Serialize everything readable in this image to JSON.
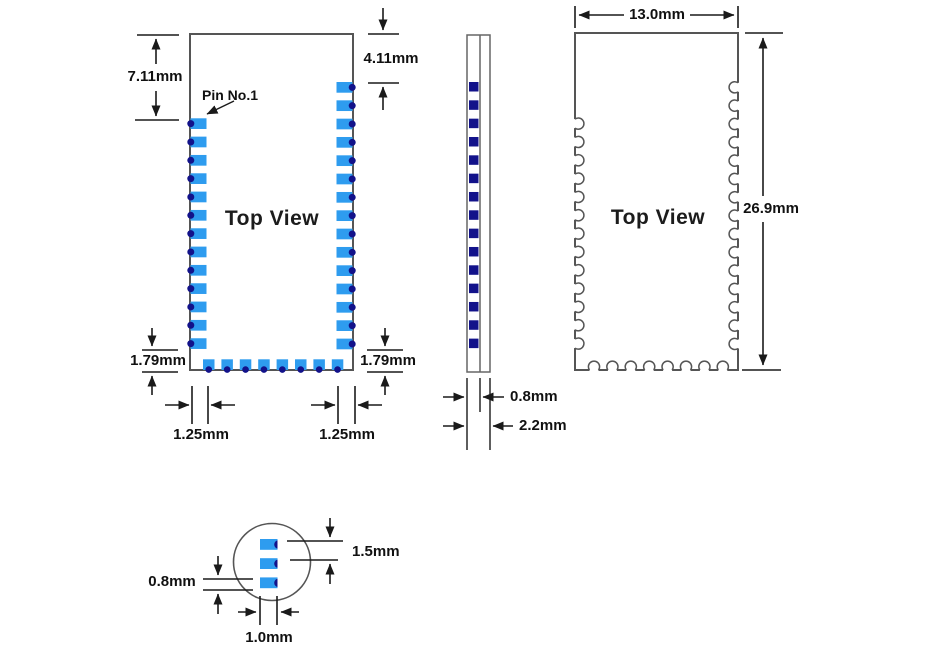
{
  "drawing": {
    "left_view": {
      "title": "Top View",
      "pin1_label": "Pin No.1",
      "dim_left_offset": "7.11mm",
      "dim_right_offset": "4.11mm",
      "dim_bottom_left": "1.79mm",
      "dim_bottom_right": "1.79mm",
      "dim_margin_left": "1.25mm",
      "dim_margin_right": "1.25mm",
      "pads": {
        "left_count": 13,
        "right_count": 15,
        "bottom_count": 8
      }
    },
    "side_view": {
      "dim_pad_thickness": "0.8mm",
      "dim_total_thickness": "2.2mm",
      "segment_count": 15
    },
    "right_view": {
      "title": "Top View",
      "dim_width": "13.0mm",
      "dim_height": "26.9mm",
      "castellations": {
        "left_count": 13,
        "right_count": 15,
        "bottom_count": 8
      }
    },
    "pad_detail": {
      "dim_pitch": "1.5mm",
      "dim_pad_height": "0.8mm",
      "dim_pad_width": "1.0mm",
      "pad_count": 3
    },
    "colors": {
      "pad_fill": "#2E9CEF",
      "pad_dot": "#12128A",
      "outline": "#555555",
      "dimension": "#1A1A1A"
    }
  }
}
